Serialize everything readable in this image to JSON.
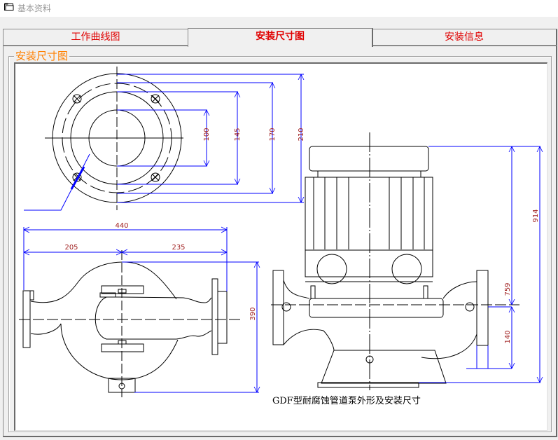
{
  "window": {
    "title": "基本资料",
    "icon": "folder-icon"
  },
  "tabs": [
    {
      "label": "工作曲线图",
      "active": false
    },
    {
      "label": "安装尺寸图",
      "active": true
    },
    {
      "label": "安装信息",
      "active": false
    }
  ],
  "group": {
    "label": "安装尺寸图"
  },
  "drawing": {
    "caption": "GDF型耐腐蚀管道泵外形及安装尺寸",
    "flange_dims": [
      "100",
      "145",
      "170",
      "210"
    ],
    "top_view_dims": {
      "overall_width": "440",
      "left_width": "205",
      "right_width": "235",
      "depth": "390"
    },
    "side_view_dims": {
      "overall_height": "914",
      "upper_height": "759",
      "lower_height": "140"
    },
    "colors": {
      "dimension_line": "#0000ff",
      "dimension_text": "#a02020",
      "outline": "#000000",
      "tab_text": "#e00000",
      "group_label": "#ff8000"
    }
  }
}
